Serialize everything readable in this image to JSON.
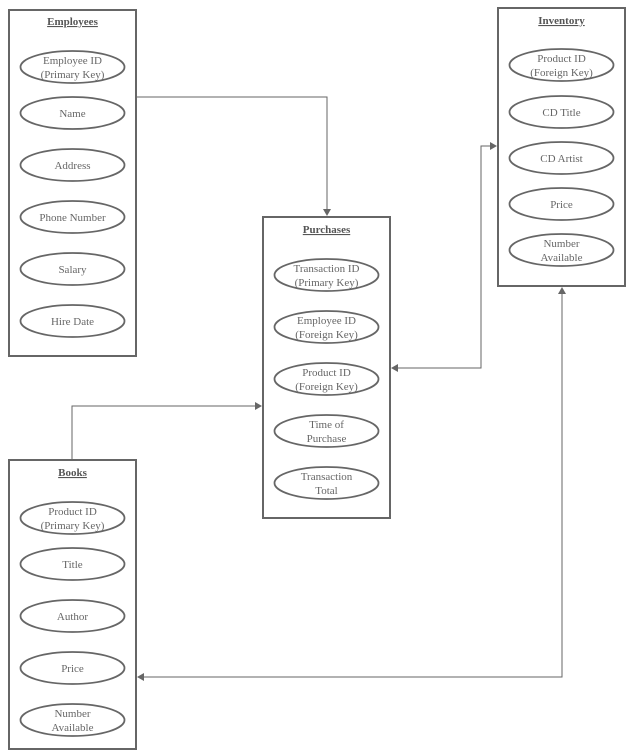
{
  "entities": {
    "employees": {
      "title": "Employees",
      "attributes": [
        [
          "Employee ID",
          "(Primary Key)"
        ],
        [
          "Name"
        ],
        [
          "Address"
        ],
        [
          "Phone Number"
        ],
        [
          "Salary"
        ],
        [
          "Hire Date"
        ]
      ]
    },
    "inventory": {
      "title": "Inventory",
      "attributes": [
        [
          "Product ID",
          "(Foreign Key)"
        ],
        [
          "CD Title"
        ],
        [
          "CD Artist"
        ],
        [
          "Price"
        ],
        [
          "Number",
          "Available"
        ]
      ]
    },
    "purchases": {
      "title": "Purchases",
      "attributes": [
        [
          "Transaction ID",
          "(Primary Key)"
        ],
        [
          "Employee ID",
          "(Foreign Key)"
        ],
        [
          "Product ID",
          "(Foreign Key)"
        ],
        [
          "Time of",
          "Purchase"
        ],
        [
          "Transaction",
          "Total"
        ]
      ]
    },
    "books": {
      "title": "Books",
      "attributes": [
        [
          "Product ID",
          "(Primary Key)"
        ],
        [
          "Title"
        ],
        [
          "Author"
        ],
        [
          "Price"
        ],
        [
          "Number",
          "Available"
        ]
      ]
    }
  },
  "colors": {
    "stroke": "#666666",
    "text": "#666666",
    "title": "#555555",
    "background": "#ffffff"
  }
}
